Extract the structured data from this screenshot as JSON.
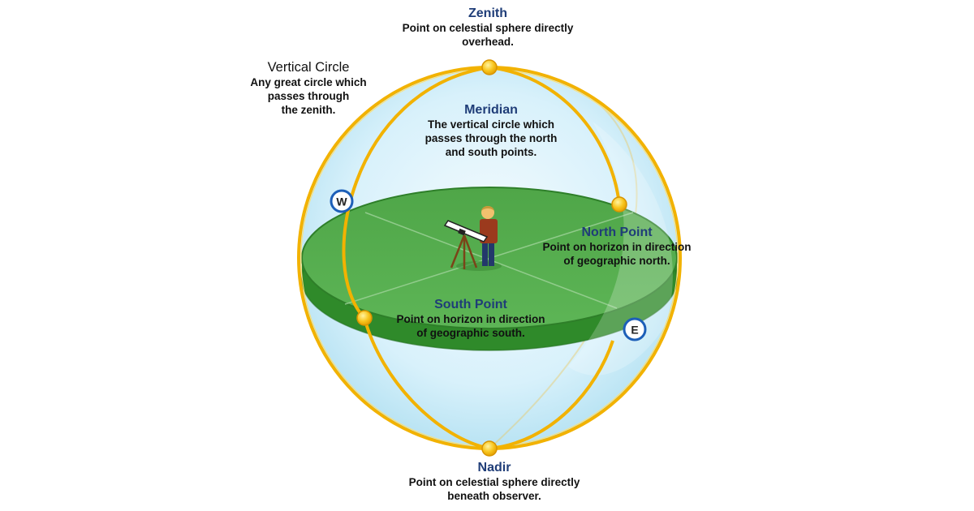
{
  "zenith": {
    "title": "Zenith",
    "lines": [
      "Point on celestial sphere directly",
      "overhead."
    ]
  },
  "vertical_circle": {
    "title": "Vertical Circle",
    "lines": [
      "Any great circle which",
      "passes through",
      "the zenith."
    ]
  },
  "meridian": {
    "title": "Meridian",
    "lines": [
      "The vertical circle which",
      "passes through the north",
      "and south points."
    ]
  },
  "north_point": {
    "title": "North Point",
    "lines": [
      "Point on horizon in direction",
      "of geographic north."
    ]
  },
  "south_point": {
    "title": "South Point",
    "lines": [
      "Point on horizon in direction",
      "of geographic south."
    ]
  },
  "nadir": {
    "title": "Nadir",
    "lines": [
      "Point on celestial sphere directly",
      "beneath observer."
    ]
  },
  "compass": {
    "west": "W",
    "east": "E"
  },
  "colors": {
    "sphere_fill": "#d6f0fa",
    "sphere_edge": "#9fd4ea",
    "horizon_top": "#57ab4f",
    "horizon_side": "#2f8a2a",
    "circle_gold": "#f2b200",
    "point_gold": "#f7c31a",
    "title_blue": "#1f3d78",
    "compass_blue": "#1d5fb8"
  },
  "icons": [
    "observer-figure-icon",
    "telescope-icon"
  ]
}
